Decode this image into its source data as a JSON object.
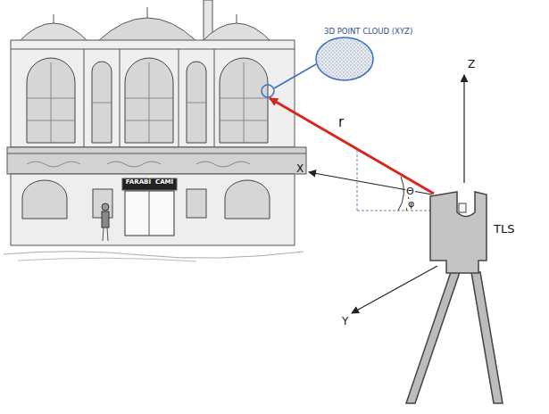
{
  "diagram": {
    "labels": [
      "3D POINT CLOUD (XYZ)",
      "Z",
      "X",
      "Y",
      "r",
      "Θ",
      "φ",
      "TLS",
      "FARABİ",
      "CAMİ"
    ]
  }
}
